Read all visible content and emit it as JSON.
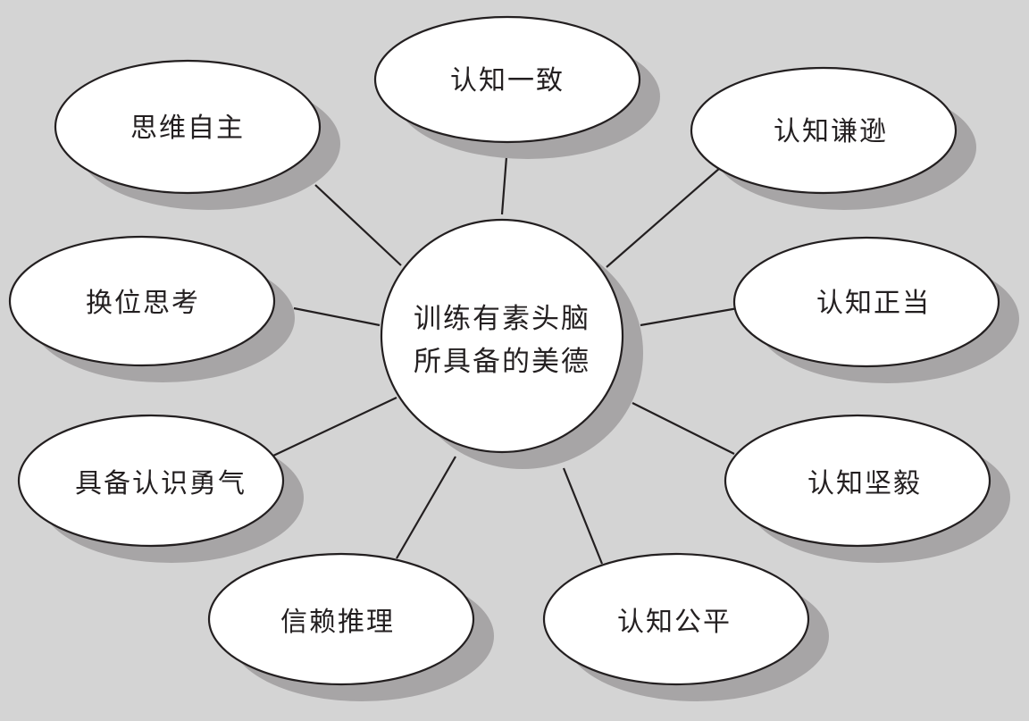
{
  "colors": {
    "background": "#d4d4d4",
    "shadow": "#a7a5a6",
    "node_fill": "#ffffff",
    "stroke": "#231f20",
    "text": "#231f20"
  },
  "center": {
    "line1": "训练有素头脑",
    "line2": "所具备的美德"
  },
  "nodes": [
    {
      "id": "cognitive-consistency",
      "label": "认知一致"
    },
    {
      "id": "cognitive-humility",
      "label": "认知谦逊"
    },
    {
      "id": "cognitive-integrity",
      "label": "认知正当"
    },
    {
      "id": "cognitive-perseverance",
      "label": "认知坚毅"
    },
    {
      "id": "cognitive-fairness",
      "label": "认知公平"
    },
    {
      "id": "trust-reasoning",
      "label": "信赖推理"
    },
    {
      "id": "cognitive-courage",
      "label": "具备认识勇气"
    },
    {
      "id": "perspective-taking",
      "label": "换位思考"
    },
    {
      "id": "autonomous-thinking",
      "label": "思维自主"
    }
  ]
}
